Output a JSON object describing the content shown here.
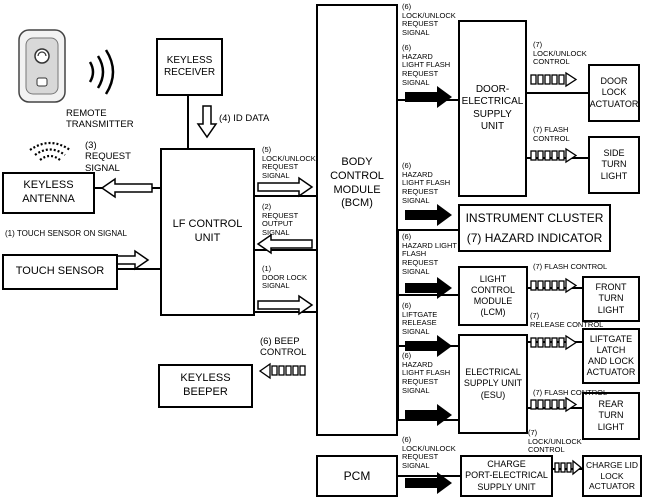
{
  "boxes": {
    "remote_transmitter": "REMOTE\nTRANSMITTER",
    "keyless_receiver": "KEYLESS\nRECEIVER",
    "bcm": "BODY\nCONTROL\nMODULE\n(BCM)",
    "door_esu": "DOOR-\nELECTRICAL\nSUPPLY\nUNIT",
    "door_lock_actuator": "DOOR\nLOCK\nACTUATOR",
    "side_turn_light": "SIDE\nTURN\nLIGHT",
    "keyless_antenna": "KEYLESS\nANTENNA",
    "lf_control_unit": "LF CONTROL\nUNIT",
    "touch_sensor": "TOUCH SENSOR",
    "instrument_cluster": "INSTRUMENT CLUSTER",
    "hazard_indicator": "(7) HAZARD INDICATOR",
    "lcm": "LIGHT\nCONTROL\nMODULE\n(LCM)",
    "front_turn_light": "FRONT\nTURN\nLIGHT",
    "esu": "ELECTRICAL\nSUPPLY UNIT\n(ESU)",
    "liftgate_actuator": "LIFTGATE\nLATCH\nAND LOCK\nACTUATOR",
    "rear_turn_light": "REAR\nTURN\nLIGHT",
    "keyless_beeper": "KEYLESS\nBEEPER",
    "pcm": "PCM",
    "charge_port_esu": "CHARGE\nPORT-ELECTRICAL\nSUPPLY UNIT",
    "charge_lid_actuator": "CHARGE LID\nLOCK\nACTUATOR"
  },
  "signals": {
    "id_data": "(4) ID DATA",
    "request_signal": "(3)\nREQUEST\nSIGNAL",
    "touch_sensor_on": "(1) TOUCH SENSOR ON SIGNAL",
    "lf_lock_unlock_request": "(5)\nLOCK/UNLOCK\nREQUEST\nSIGNAL",
    "request_output": "(2)\nREQUEST\nOUTPUT\nSIGNAL",
    "door_lock_signal": "(1)\nDOOR LOCK\nSIGNAL",
    "beep_control": "(6) BEEP\nCONTROL",
    "bcm_lock_unlock_request": "(6)\nLOCK/UNLOCK\nREQUEST\nSIGNAL",
    "bcm_hazard_door": "(6)\nHAZARD\nLIGHT FLASH\nREQUEST\nSIGNAL",
    "bcm_hazard_cluster": "(6)\nHAZARD\nLIGHT FLASH\nREQUEST\nSIGNAL",
    "bcm_hazard_lcm": "(6)\nHAZARD LIGHT\nFLASH\nREQUEST\nSIGNAL",
    "bcm_liftgate_release": "(6)\nLIFTGATE\nRELEASE\nSIGNAL",
    "bcm_hazard_esu": "(6)\nHAZARD\nLIGHT FLASH\nREQUEST\nSIGNAL",
    "pcm_lock_unlock_request": "(6)\nLOCK/UNLOCK\nREQUEST\nSIGNAL",
    "door_lock_unlock_control": "(7)\nLOCK/UNLOCK\nCONTROL",
    "door_flash_control": "(7) FLASH\nCONTROL",
    "lcm_flash_control": "(7) FLASH CONTROL",
    "esu_release_control": "(7)\nRELEASE CONTROL",
    "esu_flash_control": "(7) FLASH CONTROL",
    "charge_lock_unlock_control": "(7)\nLOCK/UNLOCK\nCONTROL"
  },
  "icons": {
    "remote": "key-fob-icon",
    "waves": "radio-wave-icon",
    "antenna_waves": "antenna-wave-icon",
    "arrow_outline": "hollow-arrow-icon",
    "arrow_solid": "solid-arrow-icon",
    "arrow_dashed": "dashed-arrow-icon"
  },
  "colors": {
    "line": "#000000",
    "background": "#ffffff"
  }
}
